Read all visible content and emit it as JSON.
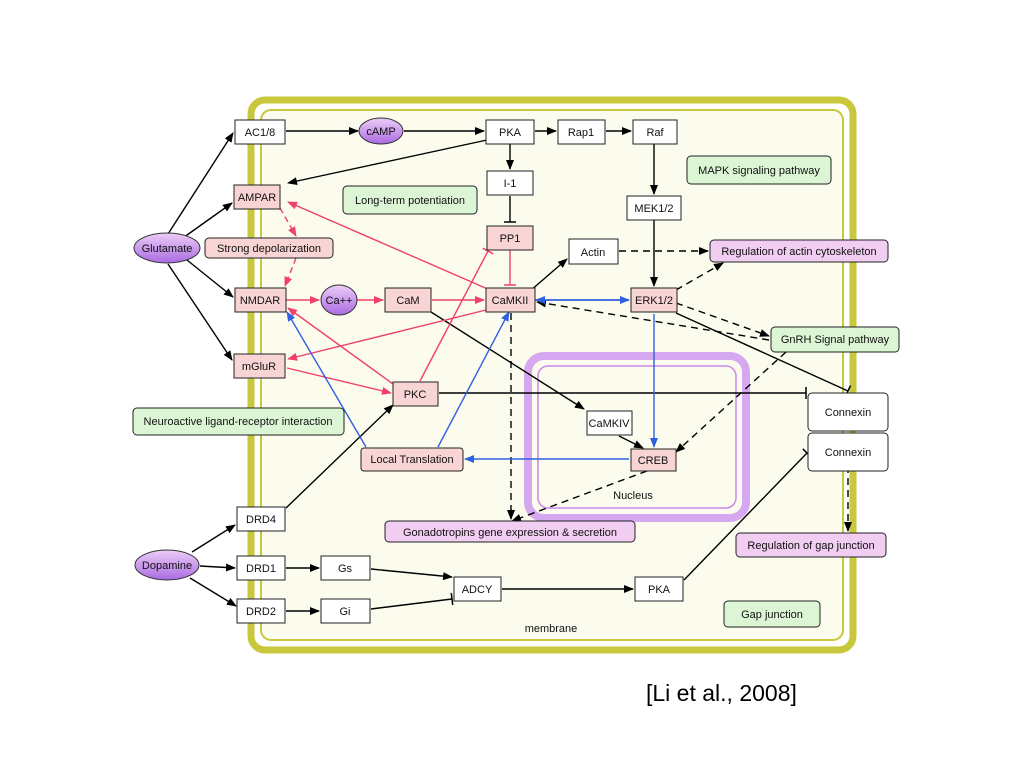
{
  "labels": {
    "membrane": "membrane",
    "nucleus": "Nucleus",
    "citation": "[Li et al., 2008]"
  },
  "nodes": {
    "glutamate": "Glutamate",
    "dopamine": "Dopamine",
    "camp": "cAMP",
    "ca": "Ca++",
    "ac18": "AC1/8",
    "pka_top": "PKA",
    "rap1": "Rap1",
    "raf": "Raf",
    "ampar": "AMPAR",
    "i1": "I-1",
    "mek12": "MEK1/2",
    "pp1": "PP1",
    "actin": "Actin",
    "nmdar": "NMDAR",
    "cam": "CaM",
    "camkii": "CaMKII",
    "erk12": "ERK1/2",
    "mglur": "mGluR",
    "pkc": "PKC",
    "camkiv": "CaMKIV",
    "creb": "CREB",
    "local_translation": "Local Translation",
    "connexin1": "Connexin",
    "connexin2": "Connexin",
    "drd4": "DRD4",
    "drd1": "DRD1",
    "drd2": "DRD2",
    "gs": "Gs",
    "gi": "Gi",
    "adcy": "ADCY",
    "pka_bottom": "PKA",
    "strong_depolarization": "Strong depolarization",
    "gonadotropins": "Gonadotropins gene expression & secretion",
    "reg_actin": "Regulation of actin cytoskeleton",
    "reg_gap": "Regulation of gap junction",
    "ltp": "Long-term potentiation",
    "mapk": "MAPK signaling pathway",
    "gnrh": "GnRH Signal pathway",
    "neuroactive": "Neuroactive ligand-receptor interaction",
    "gap_junction": "Gap junction"
  },
  "colors": {
    "membrane": "#c9c83c",
    "membrane_fill": "#fbfbee",
    "nucleus": "#c98ae8",
    "activation": "#000000",
    "pink_edge": "#f0406a",
    "blue_edge": "#3060e0",
    "pink_node": "#f9d4d4",
    "green_node": "#dcf5d4",
    "purple_node": "#f1cdf1",
    "ellipse_top": "#eccdf7",
    "ellipse_bottom": "#ab6be2"
  }
}
